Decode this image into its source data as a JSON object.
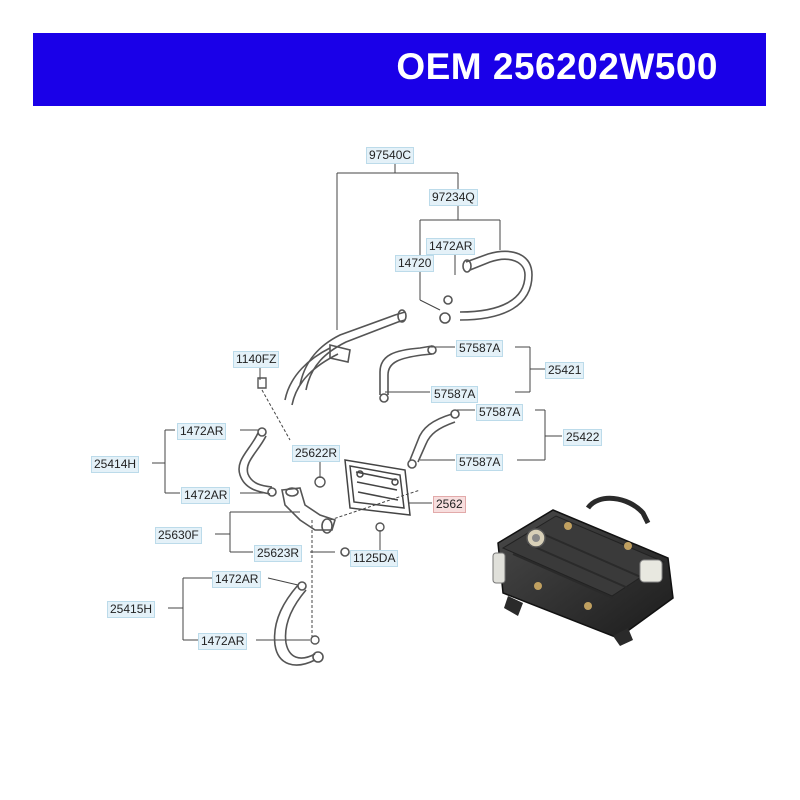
{
  "banner": {
    "title": "OEM 256202W500",
    "color": "#1a00e8"
  },
  "callouts": {
    "c97540C": "97540C",
    "c97234Q": "97234Q",
    "c1472AR_top": "1472AR",
    "c14720": "14720",
    "c1140FZ": "1140FZ",
    "c57587A_1": "57587A",
    "c25421": "25421",
    "c57587A_2": "57587A",
    "c57587A_3": "57587A",
    "c25422": "25422",
    "c57587A_4": "57587A",
    "c1472AR_l1": "1472AR",
    "c25414H": "25414H",
    "c1472AR_l2": "1472AR",
    "c25622R": "25622R",
    "c2562": "2562",
    "c25630F": "25630F",
    "c25623R": "25623R",
    "c1125DA": "1125DA",
    "c1472AR_b1": "1472AR",
    "c25415H": "25415H",
    "c1472AR_b2": "1472AR"
  },
  "colors": {
    "callout_bg": "#e4f1f8",
    "highlight_bg": "#f7dede",
    "line": "#333333"
  }
}
